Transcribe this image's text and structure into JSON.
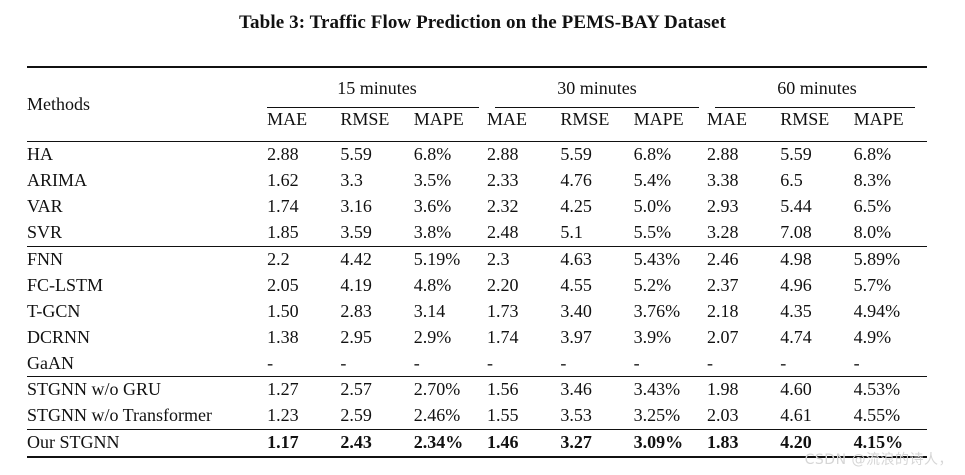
{
  "caption": "Table 3: Traffic Flow Prediction on the PEMS-BAY Dataset",
  "header": {
    "methods": "Methods",
    "groups": [
      "15 minutes",
      "30 minutes",
      "60 minutes"
    ],
    "metrics": [
      "MAE",
      "RMSE",
      "MAPE"
    ]
  },
  "rows": [
    {
      "method": "HA",
      "values": [
        "2.88",
        "5.59",
        "6.8%",
        "2.88",
        "5.59",
        "6.8%",
        "2.88",
        "5.59",
        "6.8%"
      ]
    },
    {
      "method": "ARIMA",
      "values": [
        "1.62",
        "3.3",
        "3.5%",
        "2.33",
        "4.76",
        "5.4%",
        "3.38",
        "6.5",
        "8.3%"
      ]
    },
    {
      "method": "VAR",
      "values": [
        "1.74",
        "3.16",
        "3.6%",
        "2.32",
        "4.25",
        "5.0%",
        "2.93",
        "5.44",
        "6.5%"
      ]
    },
    {
      "method": "SVR",
      "values": [
        "1.85",
        "3.59",
        "3.8%",
        "2.48",
        "5.1",
        "5.5%",
        "3.28",
        "7.08",
        "8.0%"
      ]
    },
    {
      "method": "FNN",
      "values": [
        "2.2",
        "4.42",
        "5.19%",
        "2.3",
        "4.63",
        "5.43%",
        "2.46",
        "4.98",
        "5.89%"
      ]
    },
    {
      "method": "FC-LSTM",
      "values": [
        "2.05",
        "4.19",
        "4.8%",
        "2.20",
        "4.55",
        "5.2%",
        "2.37",
        "4.96",
        "5.7%"
      ]
    },
    {
      "method": "T-GCN",
      "values": [
        "1.50",
        "2.83",
        "3.14",
        "1.73",
        "3.40",
        "3.76%",
        "2.18",
        "4.35",
        "4.94%"
      ]
    },
    {
      "method": "DCRNN",
      "values": [
        "1.38",
        "2.95",
        "2.9%",
        "1.74",
        "3.97",
        "3.9%",
        "2.07",
        "4.74",
        "4.9%"
      ]
    },
    {
      "method": "GaAN",
      "values": [
        "-",
        "-",
        "-",
        "-",
        "-",
        "-",
        "-",
        "-",
        "-"
      ]
    },
    {
      "method": "STGNN w/o GRU",
      "values": [
        "1.27",
        "2.57",
        "2.70%",
        "1.56",
        "3.46",
        "3.43%",
        "1.98",
        "4.60",
        "4.53%"
      ]
    },
    {
      "method": "STGNN w/o Transformer",
      "values": [
        "1.23",
        "2.59",
        "2.46%",
        "1.55",
        "3.53",
        "3.25%",
        "2.03",
        "4.61",
        "4.55%"
      ]
    },
    {
      "method": "Our STGNN",
      "values": [
        "1.17",
        "2.43",
        "2.34%",
        "1.46",
        "3.27",
        "3.09%",
        "1.83",
        "4.20",
        "4.15%"
      ]
    }
  ],
  "section_starts": [
    4,
    9,
    11
  ],
  "watermark": "CSDN @流浪的诗人，"
}
